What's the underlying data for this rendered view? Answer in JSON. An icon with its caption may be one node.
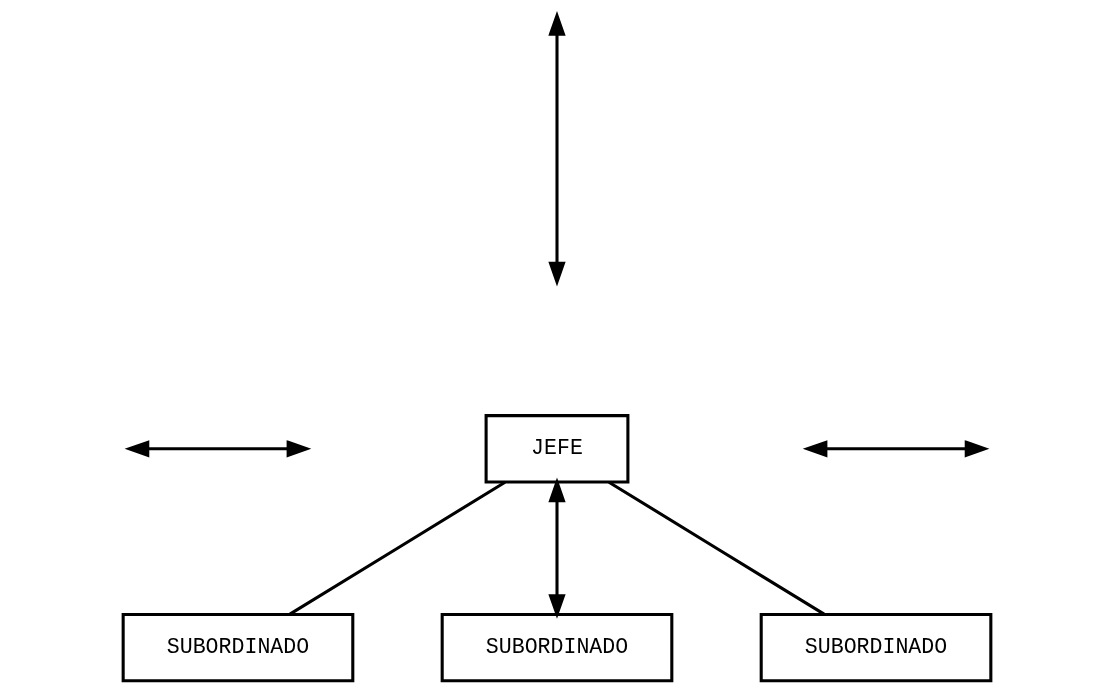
{
  "diagram": {
    "nodes": [
      {
        "text": [
          "JEFE"
        ]
      },
      {
        "text": [
          "SUBORDINADO"
        ]
      },
      {
        "text": [
          "SUBORDINADO"
        ]
      },
      {
        "text": [
          "SUBORDINADO"
        ]
      }
    ],
    "edges": [
      {
        "from": 0,
        "to": 1,
        "arrow": "none"
      },
      {
        "from": 0,
        "to": 2,
        "arrow": "both"
      },
      {
        "from": 0,
        "to": 3,
        "arrow": "none"
      }
    ]
  }
}
